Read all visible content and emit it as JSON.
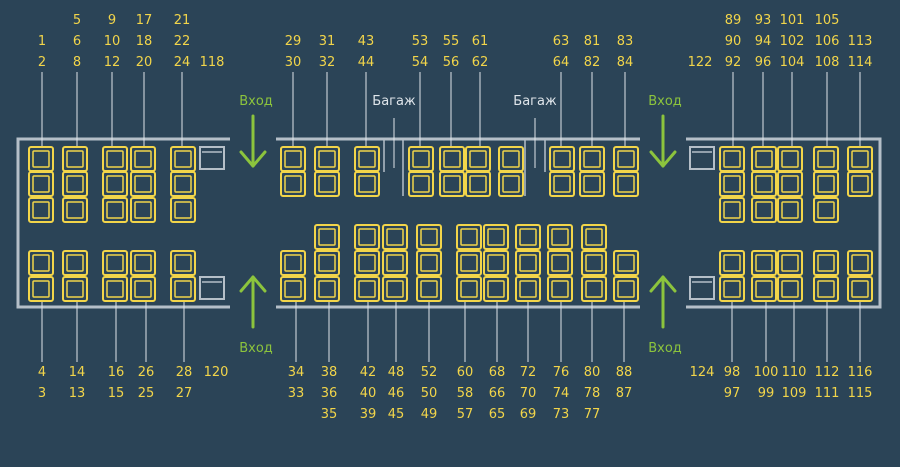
{
  "colors": {
    "background": "#2b4457",
    "seat": "#f2d54a",
    "wall": "#b5bfc8",
    "entrance": "#8cc43d",
    "text": "#dfe5ea"
  },
  "labels": {
    "entrance": "Вход",
    "luggage": "Багаж"
  },
  "top_numbers": [
    [
      "1",
      "2"
    ],
    [
      "5",
      "6",
      "8"
    ],
    [
      "9",
      "10",
      "12"
    ],
    [
      "17",
      "18",
      "20"
    ],
    [
      "21",
      "22",
      "24"
    ],
    [
      "118"
    ],
    [
      "29",
      "30"
    ],
    [
      "31",
      "32"
    ],
    [
      "43",
      "44"
    ],
    [
      "53",
      "54"
    ],
    [
      "55",
      "56"
    ],
    [
      "61",
      "62"
    ],
    [
      "63",
      "64"
    ],
    [
      "81",
      "82"
    ],
    [
      "83",
      "84"
    ],
    [
      "122"
    ],
    [
      "89",
      "90",
      "92"
    ],
    [
      "93",
      "94",
      "96"
    ],
    [
      "101",
      "102",
      "104"
    ],
    [
      "105",
      "106",
      "108"
    ],
    [
      "113",
      "114"
    ]
  ],
  "bottom_numbers": [
    [
      "4",
      "3"
    ],
    [
      "14",
      "13"
    ],
    [
      "16",
      "15"
    ],
    [
      "26",
      "25"
    ],
    [
      "28",
      "27"
    ],
    [
      "120"
    ],
    [
      "34",
      "33"
    ],
    [
      "38",
      "36",
      "35"
    ],
    [
      "42",
      "40",
      "39"
    ],
    [
      "48",
      "46",
      "45"
    ],
    [
      "52",
      "50",
      "49"
    ],
    [
      "60",
      "58",
      "57"
    ],
    [
      "68",
      "66",
      "65"
    ],
    [
      "72",
      "70",
      "69"
    ],
    [
      "76",
      "74",
      "73"
    ],
    [
      "80",
      "78",
      "77"
    ],
    [
      "88",
      "87"
    ],
    [
      "124"
    ],
    [
      "98",
      "97"
    ],
    [
      "100",
      "99"
    ],
    [
      "110",
      "109"
    ],
    [
      "112",
      "111"
    ],
    [
      "116",
      "115"
    ]
  ]
}
